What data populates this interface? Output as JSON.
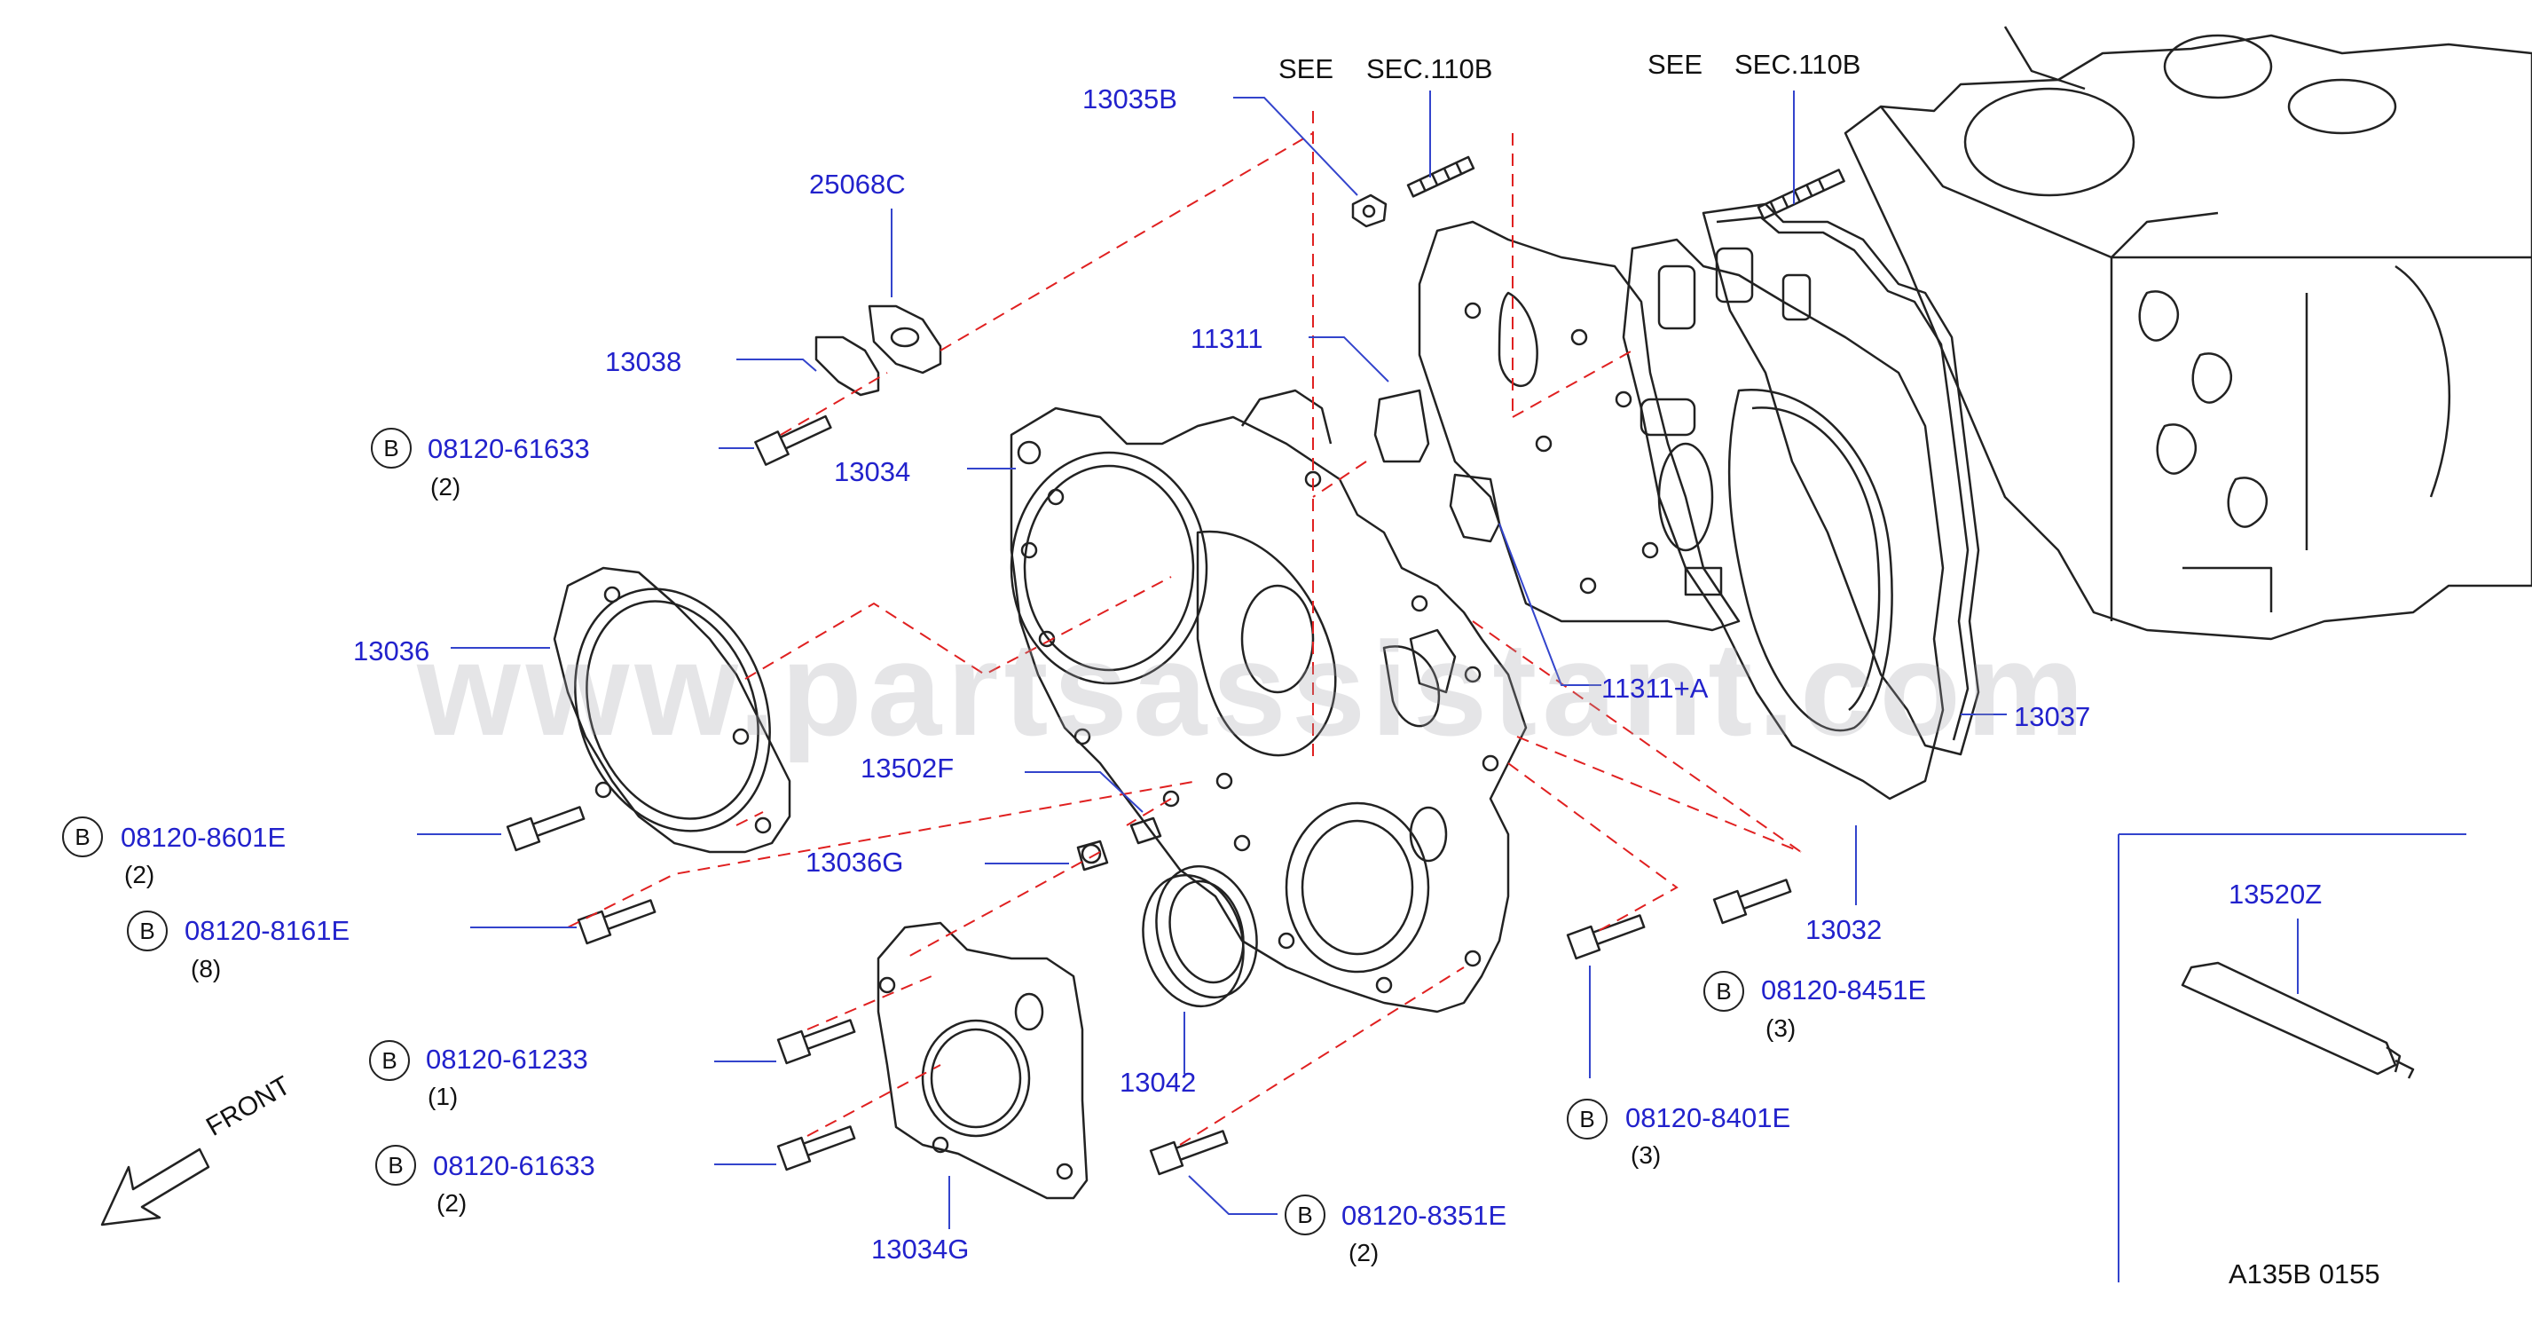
{
  "watermark": "www.partsassistant.com",
  "see_labels": [
    "SEE",
    "SEC.110B",
    "SEE",
    "SEC.110B"
  ],
  "part_numbers": {
    "p13035B": "13035B",
    "p25068C": "25068C",
    "p13038": "13038",
    "p13034": "13034",
    "p13036": "13036",
    "p11311": "11311",
    "p11311A": "11311+A",
    "p13037": "13037",
    "p13502F": "13502F",
    "p13036G": "13036G",
    "p13032": "13032",
    "p13042": "13042",
    "p13034G": "13034G",
    "p13520Z": "13520Z"
  },
  "bolts": [
    {
      "badge": "B",
      "part": "08120-61633",
      "qty": "(2)"
    },
    {
      "badge": "B",
      "part": "08120-8601E",
      "qty": "(2)"
    },
    {
      "badge": "B",
      "part": "08120-8161E",
      "qty": "(8)"
    },
    {
      "badge": "B",
      "part": "08120-61233",
      "qty": "(1)"
    },
    {
      "badge": "B",
      "part": "08120-61633",
      "qty": "(2)"
    },
    {
      "badge": "B",
      "part": "08120-8351E",
      "qty": "(2)"
    },
    {
      "badge": "B",
      "part": "08120-8401E",
      "qty": "(3)"
    },
    {
      "badge": "B",
      "part": "08120-8451E",
      "qty": "(3)"
    }
  ],
  "front_label": "FRONT",
  "diagram_code": "A135B  0155",
  "colors": {
    "label_blue": "#2222cc",
    "leader": "#3344cc",
    "dash_red": "#e02020",
    "line": "#222222"
  }
}
